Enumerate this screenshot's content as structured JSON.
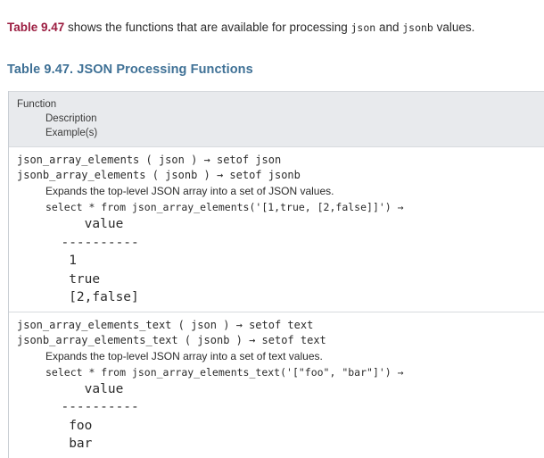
{
  "intro": {
    "xref_label": "Table 9.47",
    "text_before": " shows the functions that are available for processing ",
    "code_1": "json",
    "text_middle": " and ",
    "code_2": "jsonb",
    "text_after": " values.",
    "xref_color": "#9b1c40"
  },
  "table": {
    "caption": "Table 9.47. JSON Processing Functions",
    "caption_color": "#3f7196",
    "header_bg": "#e8eaed",
    "headers": {
      "function": "Function",
      "description": "Description",
      "examples": "Example(s)"
    },
    "rows": [
      {
        "signatures": [
          "json_array_elements ( json ) → setof json",
          "jsonb_array_elements ( jsonb ) → setof jsonb"
        ],
        "description": "Expands the top-level JSON array into a set of JSON values.",
        "example": "select * from json_array_elements('[1,true, [2,false]]') →",
        "result": [
          "     value",
          "  ----------",
          "   1",
          "   true",
          "   [2,false]"
        ]
      },
      {
        "signatures": [
          "json_array_elements_text ( json ) → setof text",
          "jsonb_array_elements_text ( jsonb ) → setof text"
        ],
        "description": "Expands the top-level JSON array into a set of text values.",
        "example": "select * from json_array_elements_text('[\"foo\", \"bar\"]') →",
        "result": [
          "     value",
          "  ----------",
          "   foo",
          "   bar"
        ]
      }
    ]
  }
}
